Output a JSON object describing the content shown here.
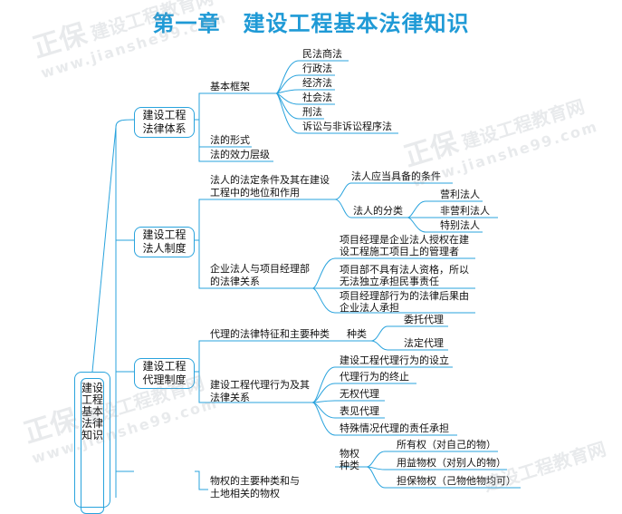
{
  "title": "第一章　建设工程基本法律知识",
  "root": "建设工程基本法律知识",
  "watermark": {
    "brand": "正保",
    "name": "建设工程教育网",
    "url": "www.jianshe99.com"
  },
  "branch1": {
    "label": "建设工程法律体系",
    "basic": "基本框架",
    "laws": [
      "民法商法",
      "行政法",
      "经济法",
      "社会法",
      "刑法",
      "诉讼与非诉讼程序法"
    ],
    "form": "法的形式",
    "effect": "法的效力层级"
  },
  "branch2": {
    "label": "建设工程法人制度",
    "legal_status": "法人的法定条件及其在建设工程中的地位和作用",
    "conditions": "法人应当具备的条件",
    "classification": "法人的分类",
    "types": [
      "营利法人",
      "非营利法人",
      "特别法人"
    ],
    "enterprise": "企业法人与项目经理部的法律关系",
    "details": [
      "项目经理是企业法人授权在建设工程施工项目上的管理者",
      "项目部不具有法人资格，所以无法独立承担民事责任",
      "项目经理部行为的法律后果由企业法人承担"
    ]
  },
  "branch3": {
    "label": "建设工程代理制度",
    "features": "代理的法律特征和主要种类",
    "kinds": "种类",
    "kind_items": [
      "委托代理",
      "法定代理"
    ],
    "conduct": "建设工程代理行为及其法律关系",
    "conduct_items": [
      "建设工程代理行为的设立",
      "代理行为的终止",
      "无权代理",
      "表见代理",
      "特殊情况代理的责任承担"
    ]
  },
  "branch4": {
    "main": "物权的主要种类和与土地相关的物权",
    "kinds": "物权种类",
    "kind_items": [
      "所有权（对自己的物）",
      "用益物权（对别人的物）",
      "担保物权（己物他物均可）"
    ]
  }
}
